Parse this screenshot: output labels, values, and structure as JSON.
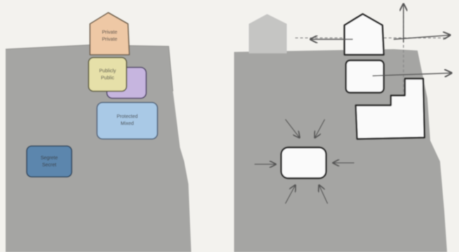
{
  "left_panel": {
    "tiles": [
      {
        "line1": "Private",
        "line2": "Private",
        "fill": "#eec8a5",
        "stroke": "#6e5e4c",
        "shape": "house"
      },
      {
        "line1": "Publicly",
        "line2": "Public",
        "fill": "#e6e0a9",
        "stroke": "#5b5a3e",
        "shape": "rect"
      },
      {
        "line1": "Protected",
        "line2": "Mixed",
        "fill": "#a9c9e6",
        "stroke": "#50627a",
        "shape": "rect"
      },
      {
        "line1": "Segrete",
        "line2": "Secret",
        "fill": "#5c86ad",
        "stroke": "#2f455c",
        "shape": "rect"
      }
    ],
    "accent_fill": "#c6b5df",
    "wall_color": "#a5a5a3",
    "background_color": "#f3f2ee"
  },
  "right_panel": {
    "wall_color": "#a5a5a3",
    "faded_house_color": "#c5c5c3",
    "outline_color": "#222222",
    "tile_fill": "#fafafa",
    "arrow_color": "#555555",
    "guide_color": "#888888"
  }
}
